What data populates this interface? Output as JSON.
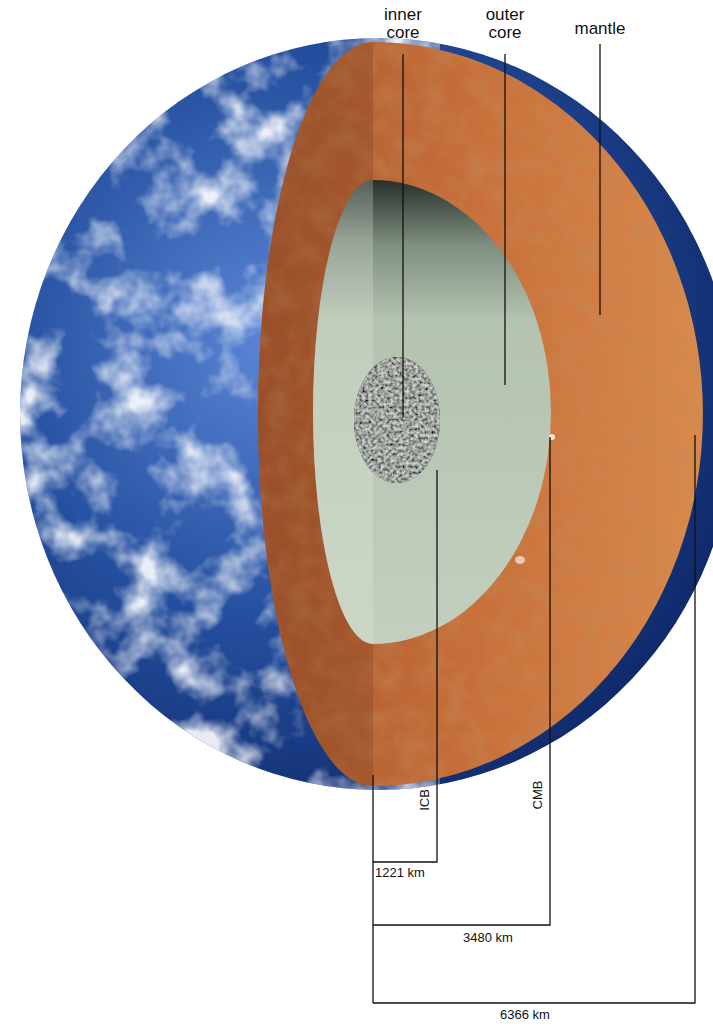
{
  "diagram": {
    "labels": [
      "inner core",
      "outer core",
      "mantle",
      "ICB",
      "1221 km",
      "CMB",
      "3480 km",
      "6366 km"
    ]
  }
}
